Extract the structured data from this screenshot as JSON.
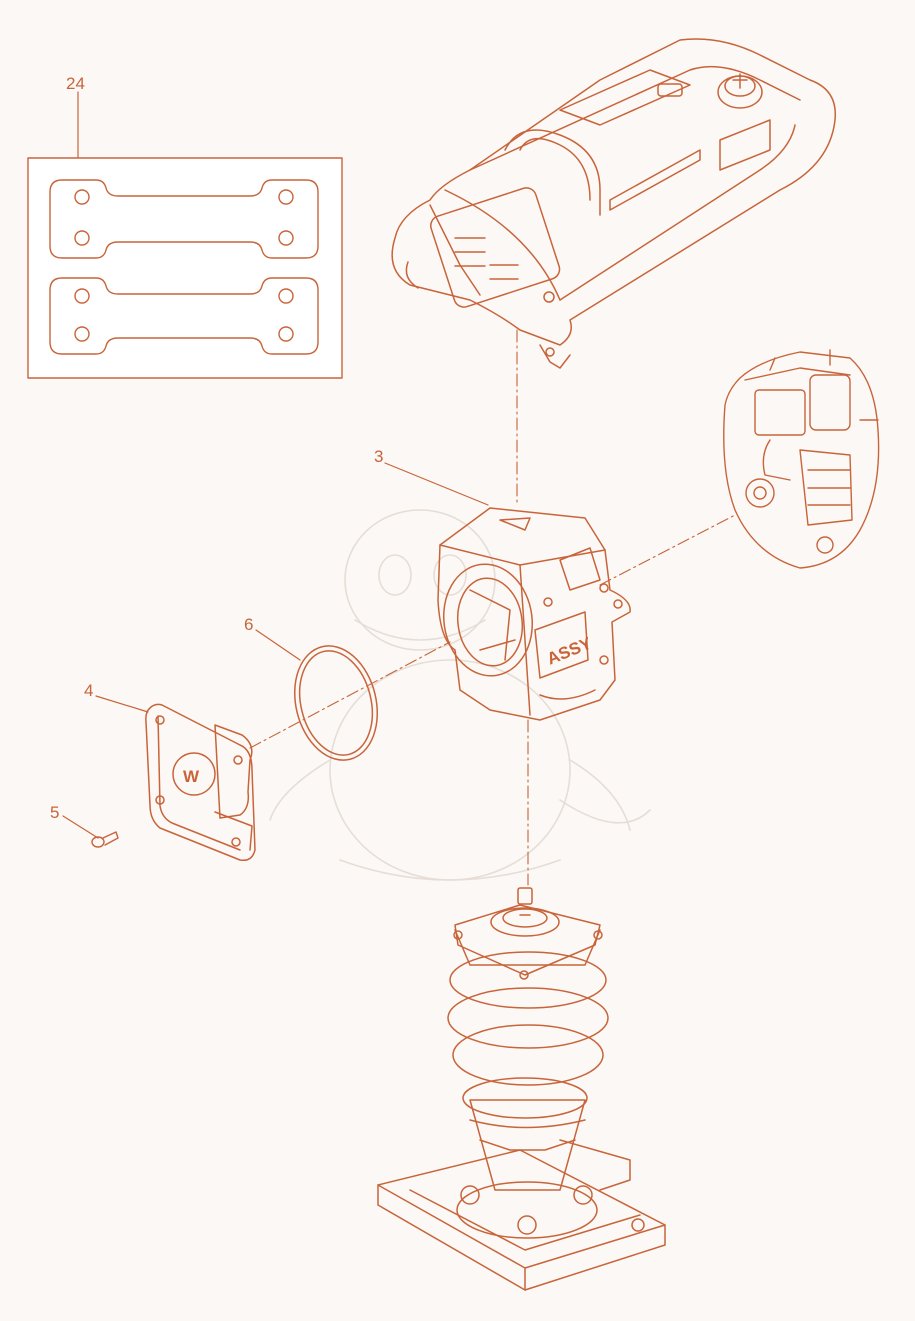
{
  "theme": {
    "line_color": "#c8643a",
    "fill_color": "#ffffff",
    "watermark_color": "#e6ded6",
    "background": "#fbf8f5"
  },
  "callouts": {
    "kit": "24",
    "housing": "3",
    "cover": "4",
    "screw": "5",
    "oring": "6"
  },
  "logo": {
    "cover_mark": "W",
    "housing_badge": "ASSY"
  },
  "icons": {
    "kit": "gasket-kit-icon",
    "handle": "guide-handle-icon",
    "engine": "engine-icon",
    "housing": "crank-housing-icon",
    "cover": "cover-plate-icon",
    "screw": "screw-icon",
    "oring": "o-ring-icon",
    "rammer": "rammer-foot-icon",
    "watermark": "dragon-watermark-icon"
  }
}
